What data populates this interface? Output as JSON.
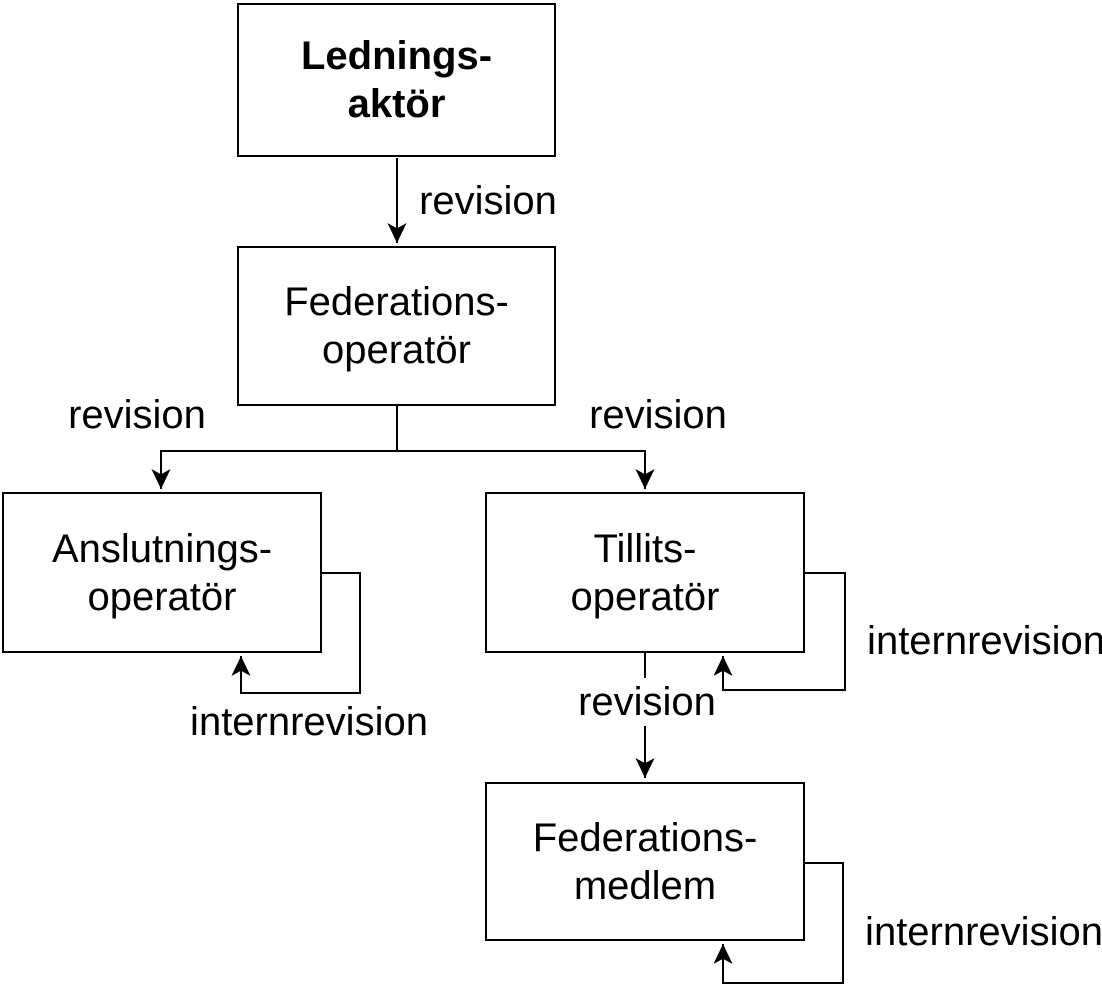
{
  "nodes": {
    "lednings_aktor": {
      "line1": "Lednings-",
      "line2": "aktör"
    },
    "federations_operator": {
      "line1": "Federations-",
      "line2": "operatör"
    },
    "anslutnings_operator": {
      "line1": "Anslutnings-",
      "line2": "operatör"
    },
    "tillits_operator": {
      "line1": "Tillits-",
      "line2": "operatör"
    },
    "federations_medlem": {
      "line1": "Federations-",
      "line2": "medlem"
    }
  },
  "edges": {
    "revision_top": "revision",
    "revision_left": "revision",
    "revision_right": "revision",
    "revision_bottom": "revision",
    "internrevision_anslutnings": "internrevision",
    "internrevision_tillits": "internrevision",
    "internrevision_medlem": "internrevision"
  },
  "colors": {
    "line": "#000000",
    "text": "#000000",
    "background": "#ffffff"
  }
}
